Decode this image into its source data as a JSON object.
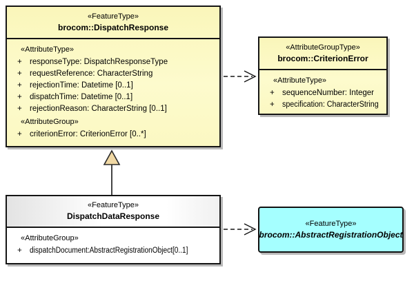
{
  "diagram": {
    "type": "uml-class-diagram",
    "colors": {
      "class_fill_yellow": "#fbf8c2",
      "class_fill_white": "#ffffff",
      "class_fill_cyan": "#a5ffff",
      "generalization_triangle_fill": "#f0d8a4",
      "border": "#141414",
      "shadow": "#b9b9b9",
      "background": "#ffffff"
    }
  },
  "boxes": {
    "dispatch_response": {
      "stereotype": "«FeatureType»",
      "name": "brocom::DispatchResponse",
      "attribute_type_label": "«AttributeType»",
      "attributes": [
        {
          "vis": "+",
          "text": "responseType: DispatchResponseType"
        },
        {
          "vis": "+",
          "text": "requestReference: CharacterString"
        },
        {
          "vis": "+",
          "text": "rejectionTime: Datetime [0..1]"
        },
        {
          "vis": "+",
          "text": "dispatchTime: Datetime [0..1]"
        },
        {
          "vis": "+",
          "text": "rejectionReason: CharacterString [0..1]"
        }
      ],
      "attribute_group_label": "«AttributeGroup»",
      "group_attributes": [
        {
          "vis": "+",
          "text": "criterionError: CriterionError [0..*]"
        }
      ]
    },
    "criterion_error": {
      "stereotype": "«AttributeGroupType»",
      "name": "brocom::CriterionError",
      "attribute_type_label": "«AttributeType»",
      "attributes": [
        {
          "vis": "+",
          "text": "sequenceNumber: Integer"
        },
        {
          "vis": "+",
          "text": "specification: CharacterString"
        }
      ]
    },
    "dispatch_data_response": {
      "stereotype": "«FeatureType»",
      "name": "DispatchDataResponse",
      "attribute_group_label": "«AttributeGroup»",
      "group_attributes": [
        {
          "vis": "+",
          "text": "dispatchDocument:AbstractRegistrationObject[0..1]"
        }
      ]
    },
    "abstract_registration_object": {
      "stereotype": "«FeatureType»",
      "name": "brocom::AbstractRegistrationObject"
    }
  },
  "connectors": [
    {
      "type": "generalization",
      "from": "DispatchDataResponse",
      "to": "brocom::DispatchResponse"
    },
    {
      "type": "dependency",
      "from": "brocom::DispatchResponse",
      "to": "brocom::CriterionError",
      "style": "dashed-open-arrow"
    },
    {
      "type": "dependency",
      "from": "DispatchDataResponse",
      "to": "brocom::AbstractRegistrationObject",
      "style": "dashed-open-arrow"
    }
  ]
}
